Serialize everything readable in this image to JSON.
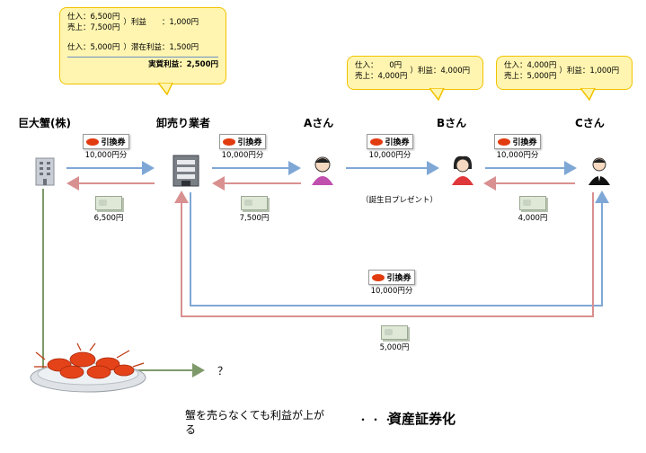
{
  "entities": {
    "company": "巨大蟹(株)",
    "wholesaler": "卸売り業者",
    "a": "Aさん",
    "b": "Bさん",
    "c": "Cさん"
  },
  "wholesaler_box": {
    "line1": "仕入：6,500円",
    "line2": "売上：7,500円",
    "line1b": "）利益　　：1,000円",
    "line3": "仕入：5,000円",
    "line3b": "）潜在利益：1,500円",
    "total": "実質利益：2,500円"
  },
  "b_box": {
    "line1": "仕入：　　0円",
    "line2": "売上：4,000円",
    "profit": "）利益：4,000円"
  },
  "c_box": {
    "line1": "仕入：4,000円",
    "line2": "売上：5,000円",
    "profit": "）利益：1,000円"
  },
  "ticket": {
    "label": "引換券",
    "value": "10,000円分"
  },
  "money": {
    "m1": "6,500円",
    "m2": "7,500円",
    "m3": "4,000円",
    "m4": "5,000円"
  },
  "birthday_note": "（誕生日プレゼント）",
  "question_mark": "？",
  "caption": {
    "left": "蟹を売らなくても利益が上がる",
    "dots": "・・・",
    "right": "資産証券化"
  },
  "colors": {
    "forward": "#7fa7d6",
    "back": "#d99090",
    "crab_line": "#7f9a6a",
    "callout": "#fff5b0"
  }
}
